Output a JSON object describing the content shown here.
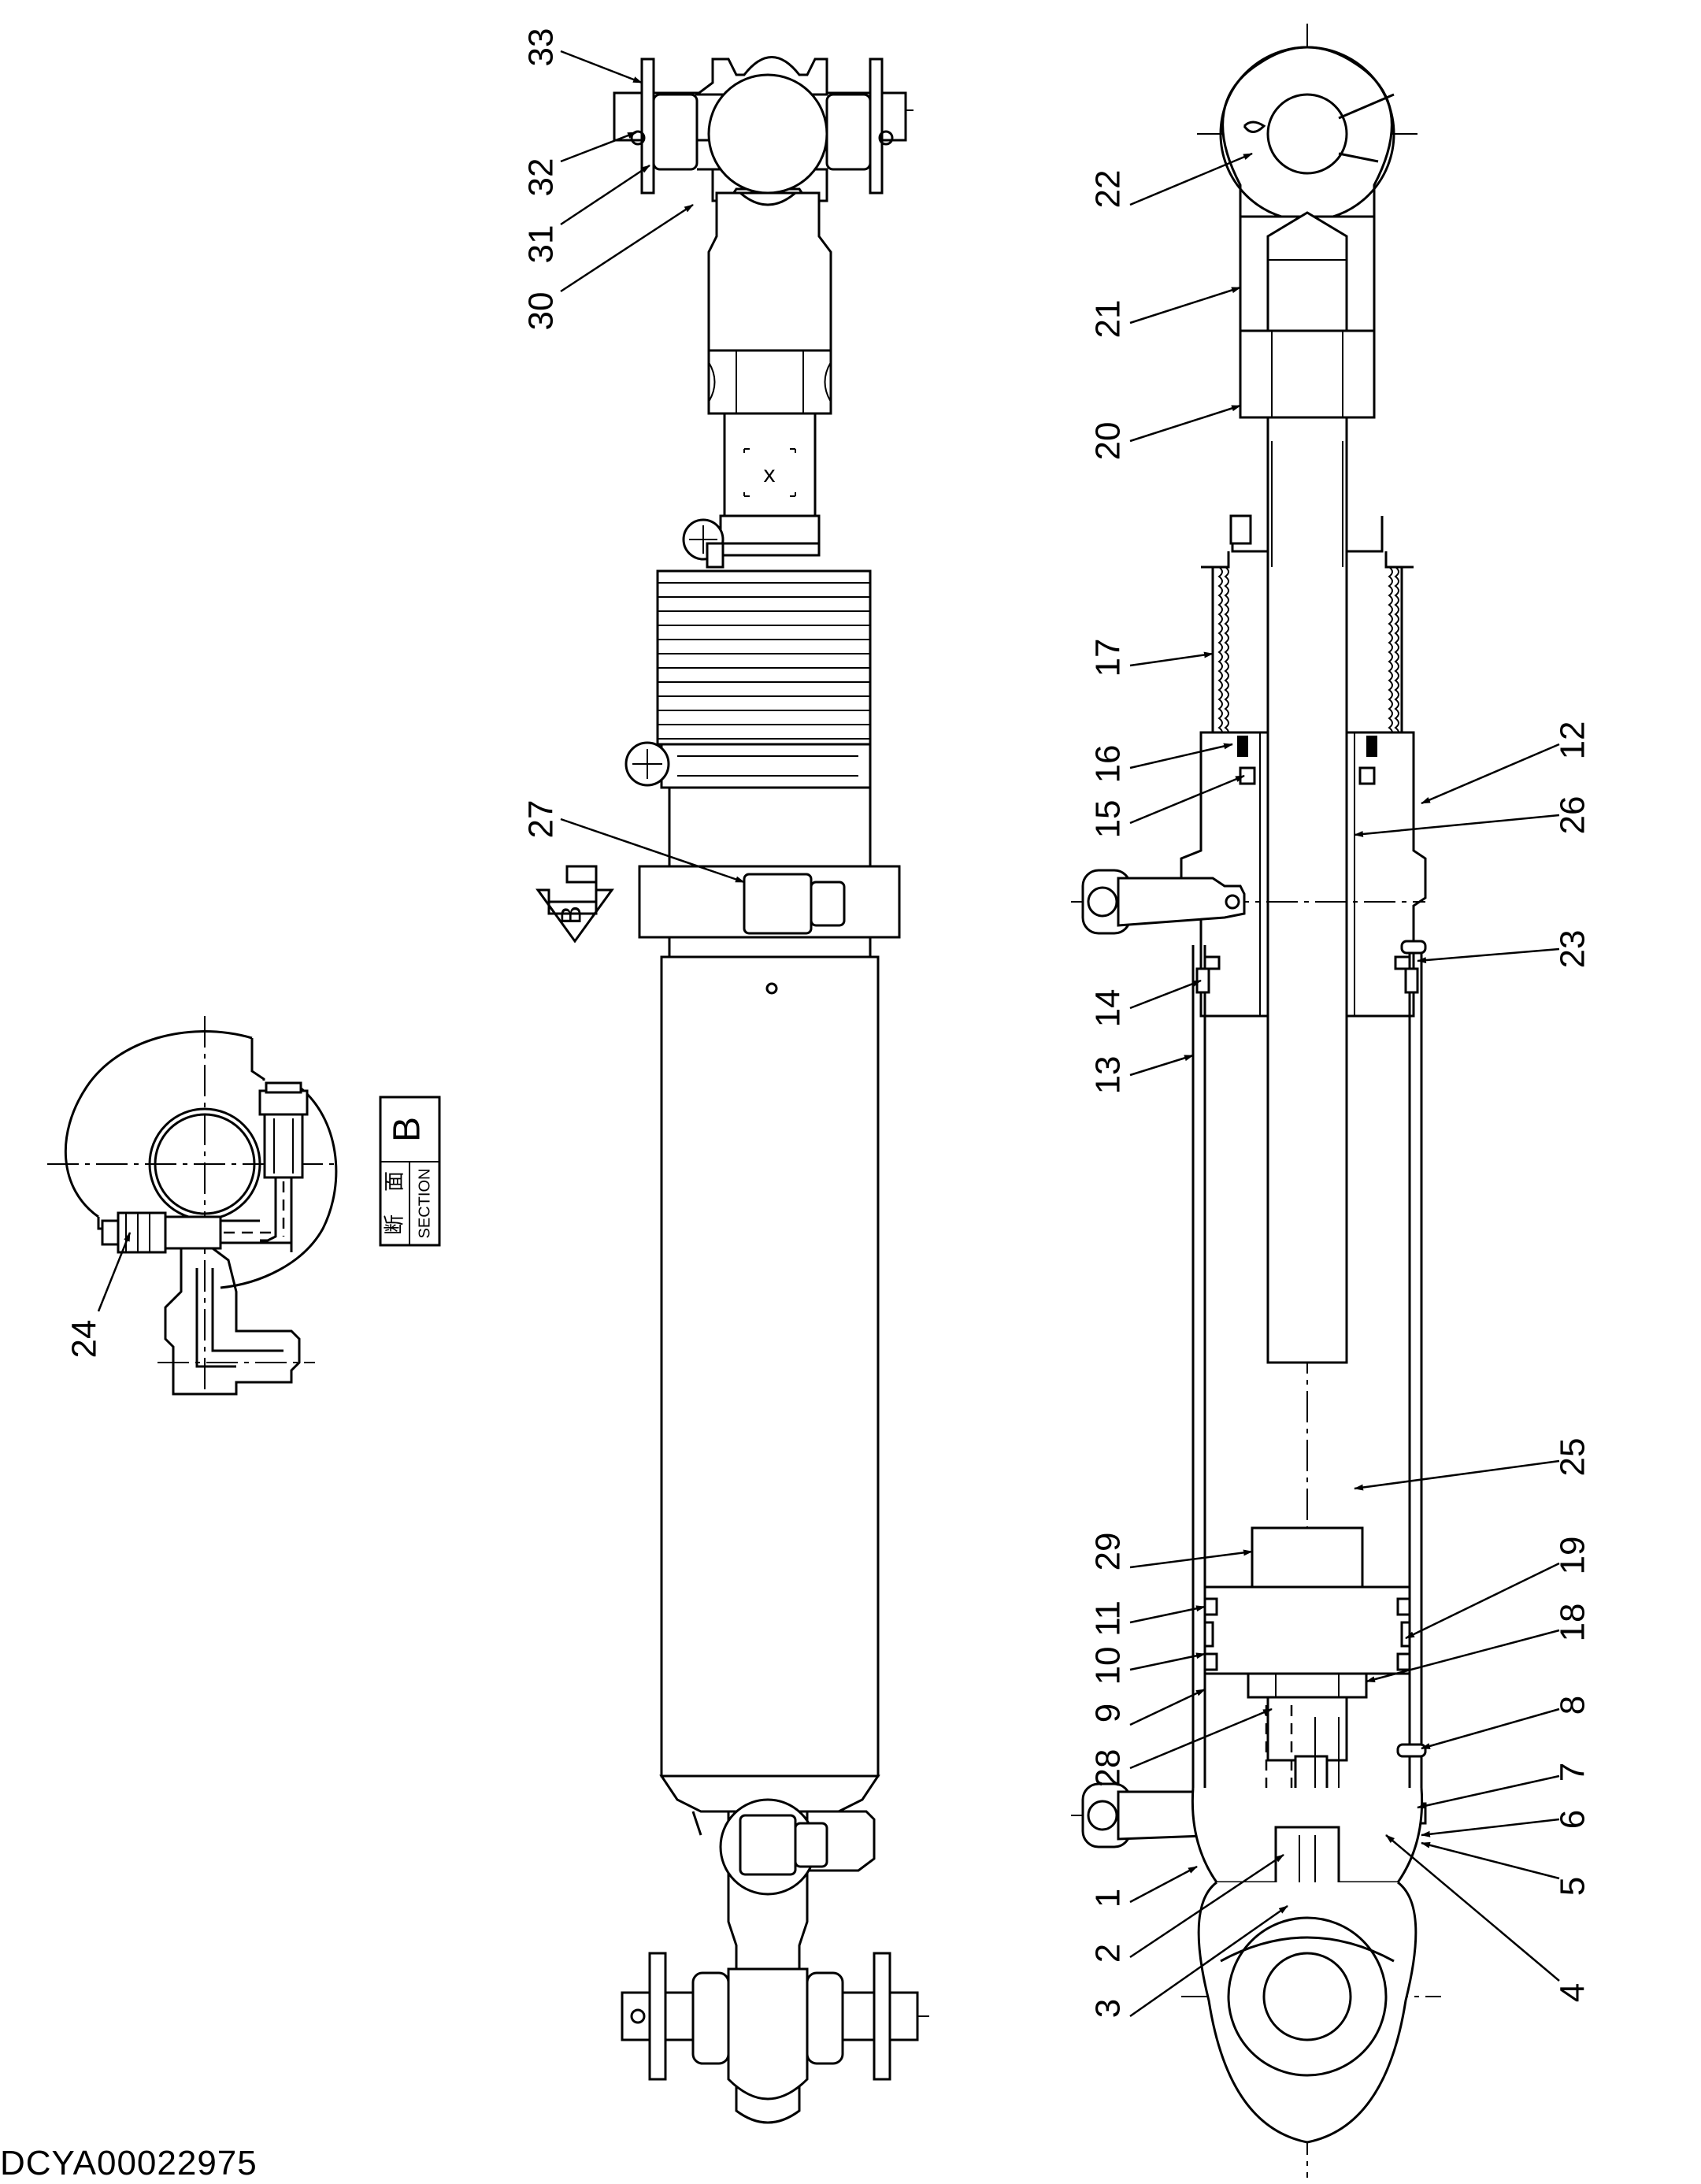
{
  "drawing_id": "DCYA00022975",
  "section_label": {
    "jp_top": "断",
    "jp_bottom": "面",
    "en": "SECTION",
    "letter": "B"
  },
  "view_arrow_letter": "B",
  "marker_x": "x",
  "part_numbers": {
    "p1": "1",
    "p2": "2",
    "p3": "3",
    "p4": "4",
    "p5": "5",
    "p6": "6",
    "p7": "7",
    "p8": "8",
    "p9": "9",
    "p10": "10",
    "p11": "11",
    "p12": "12",
    "p13": "13",
    "p14": "14",
    "p15": "15",
    "p16": "16",
    "p17": "17",
    "p18": "18",
    "p19": "19",
    "p20": "20",
    "p21": "21",
    "p22": "22",
    "p23": "23",
    "p24": "24",
    "p25": "25",
    "p26": "26",
    "p27": "27",
    "p28": "28",
    "p29": "29",
    "p30": "30",
    "p31": "31",
    "p32": "32",
    "p33": "33"
  }
}
